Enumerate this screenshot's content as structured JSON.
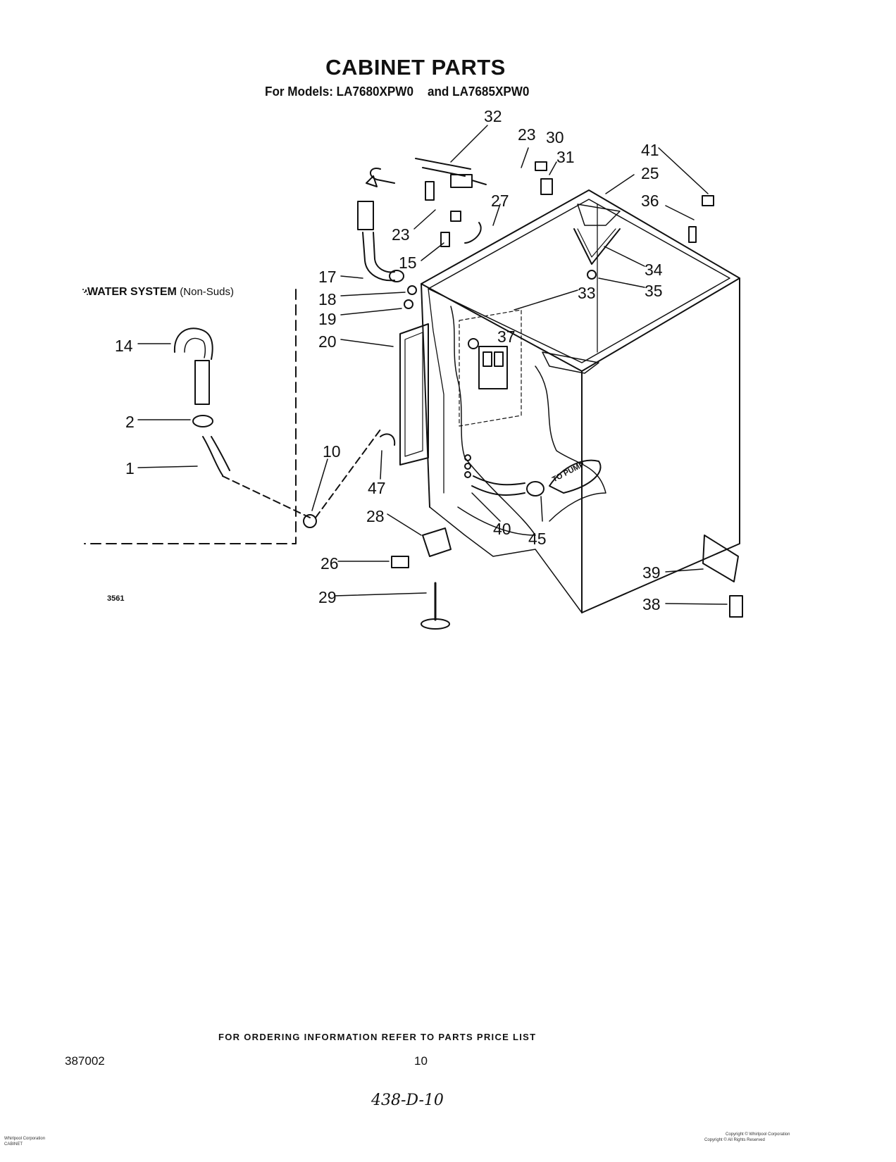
{
  "header": {
    "title": "CABINET PARTS",
    "models_prefix": "For Models:",
    "model_1": "LA7680XPW0",
    "models_and": "and",
    "model_2": "LA7685XPW0"
  },
  "inset": {
    "title": "WATER SYSTEM",
    "subtitle": "(Non-Suds)"
  },
  "callouts": {
    "c32": "32",
    "c23a": "23",
    "c30": "30",
    "c31": "31",
    "c41": "41",
    "c25": "25",
    "c36": "36",
    "c27": "27",
    "c23b": "23",
    "c15": "15",
    "c34": "34",
    "c35": "35",
    "c17": "17",
    "c18": "18",
    "c33": "33",
    "c19": "19",
    "c37": "37",
    "c20": "20",
    "c14": "14",
    "c2": "2",
    "c1": "1",
    "c10": "10",
    "c47": "47",
    "c28": "28",
    "c40": "40",
    "c45": "45",
    "c26": "26",
    "c39": "39",
    "c29": "29",
    "c38": "38"
  },
  "pump_label": "TO PUMP",
  "illustration_code": "3561",
  "footer": {
    "ordering_note": "FOR ORDERING INFORMATION REFER TO PARTS PRICE LIST",
    "doc_number": "387002",
    "page_number": "10",
    "handwritten_ref": "438-D-10"
  },
  "fine_print": {
    "left_line_1": "Whirlpool Corporation",
    "left_line_2": "CABINET",
    "right_line_1": "Copyright © Whirlpool Corporation",
    "right_line_2": "Copyright © All Rights Reserved"
  }
}
